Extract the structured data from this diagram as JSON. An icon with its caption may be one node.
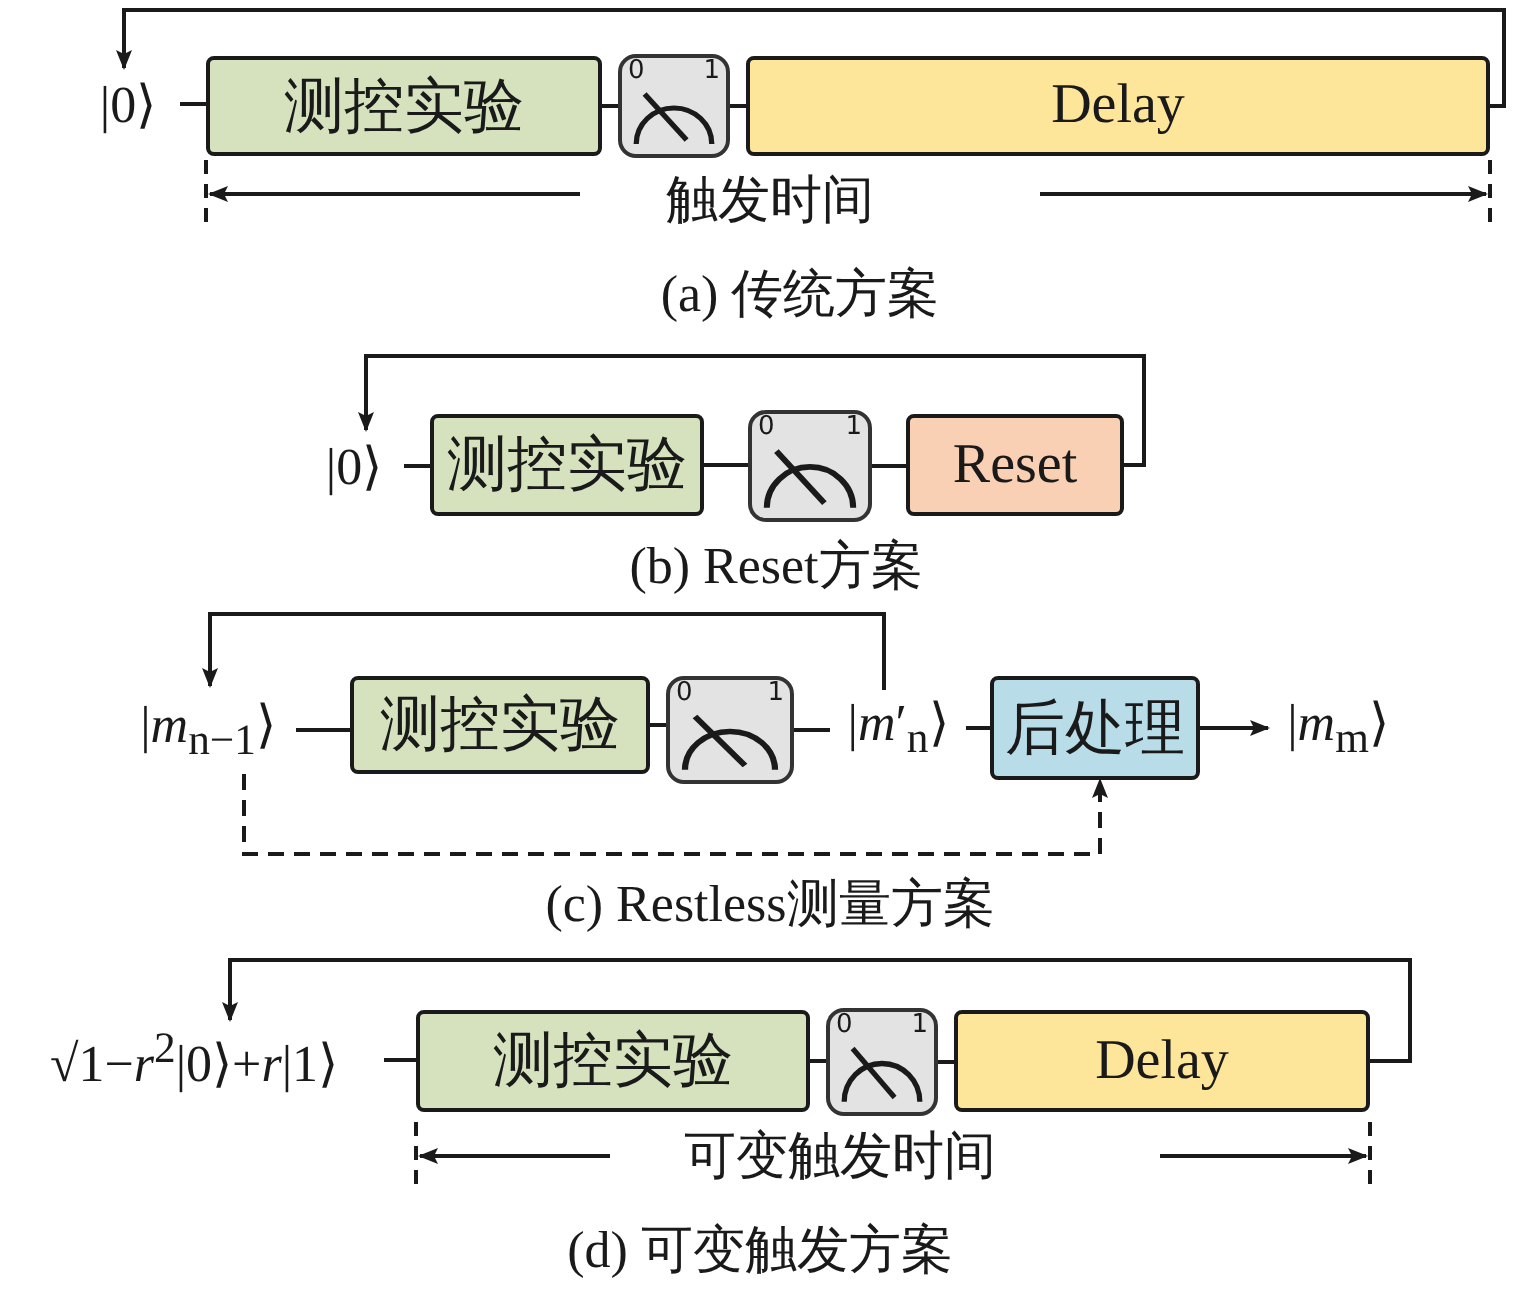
{
  "diagram": {
    "nodes": [
      {
        "text": [
          "|0⟩"
        ]
      },
      {
        "text": [
          "测控实验"
        ]
      },
      {
        "text": [
          "0",
          "1"
        ]
      },
      {
        "text": [
          "Delay"
        ]
      },
      {
        "text": [
          "|0⟩"
        ]
      },
      {
        "text": [
          "测控实验"
        ]
      },
      {
        "text": [
          "0",
          "1"
        ]
      },
      {
        "text": [
          "Reset"
        ]
      },
      {
        "text": [
          "|*m*$_{n−1}$⟩"
        ]
      },
      {
        "text": [
          "测控实验"
        ]
      },
      {
        "text": [
          "0",
          "1"
        ]
      },
      {
        "text": [
          "|*m*′$_{n}$⟩"
        ]
      },
      {
        "text": [
          "后处理"
        ]
      },
      {
        "text": [
          "|*m*$_{m}$⟩"
        ]
      },
      {
        "text": [
          "√1−*r*$^{2}$|0⟩+*r*|1⟩"
        ]
      },
      {
        "text": [
          "测控实验"
        ]
      },
      {
        "text": [
          "0",
          "1"
        ]
      },
      {
        "text": [
          "Delay"
        ]
      }
    ],
    "edges": [
      {
        "from": 0,
        "to": 1,
        "arrow": "none"
      },
      {
        "from": 1,
        "to": 2,
        "arrow": "none"
      },
      {
        "from": 2,
        "to": 3,
        "arrow": "none"
      },
      {
        "from": 3,
        "to": 0,
        "arrow": "to"
      },
      {
        "from": 4,
        "to": 5,
        "arrow": "none"
      },
      {
        "from": 5,
        "to": 6,
        "arrow": "none"
      },
      {
        "from": 6,
        "to": 7,
        "arrow": "none"
      },
      {
        "from": 7,
        "to": 4,
        "arrow": "to"
      },
      {
        "from": 8,
        "to": 9,
        "arrow": "none"
      },
      {
        "from": 9,
        "to": 10,
        "arrow": "none"
      },
      {
        "from": 10,
        "to": 11,
        "arrow": "none"
      },
      {
        "from": 11,
        "to": 8,
        "arrow": "to"
      },
      {
        "from": 11,
        "to": 12,
        "arrow": "none"
      },
      {
        "from": 12,
        "to": 13,
        "arrow": "to"
      },
      {
        "from": 8,
        "to": 12,
        "arrow": "to",
        "style": "dashed"
      },
      {
        "from": 14,
        "to": 15,
        "arrow": "none"
      },
      {
        "from": 15,
        "to": 16,
        "arrow": "none"
      },
      {
        "from": 16,
        "to": 17,
        "arrow": "none"
      },
      {
        "from": 17,
        "to": 14,
        "arrow": "to"
      }
    ],
    "labels": [
      "触发时间",
      "(a) 传统方案",
      "(b) Reset方案",
      "(c) Restless测量方案",
      "可变触发时间",
      "(d) 可变触发方案"
    ]
  }
}
